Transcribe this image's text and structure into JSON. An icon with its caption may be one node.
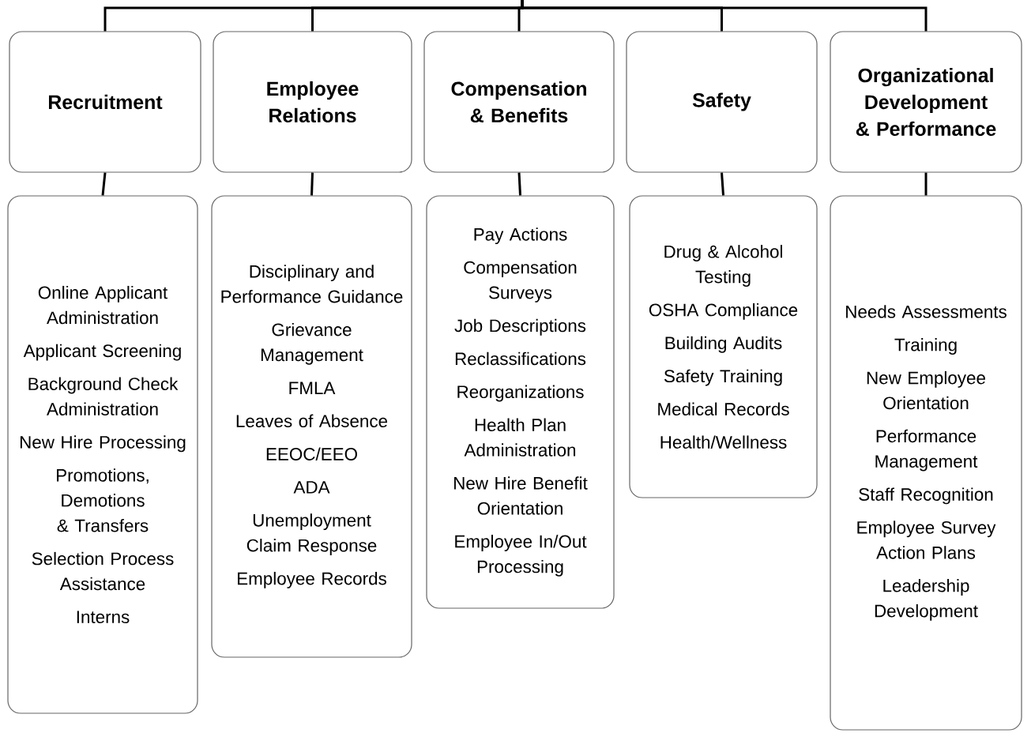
{
  "diagram": {
    "nodes": [
      {
        "text": [
          "Recruitment"
        ]
      },
      {
        "text": [
          "Employee Relations"
        ]
      },
      {
        "text": [
          "Compensation & Benefits"
        ]
      },
      {
        "text": [
          "Safety"
        ]
      },
      {
        "text": [
          "Organizational Development & Performance"
        ]
      },
      {
        "text": [
          "Online Applicant Administration",
          "Applicant Screening",
          "Background Check Administration",
          "New Hire Processing",
          "Promotions, Demotions & Transfers",
          "Selection Process Assistance",
          "Interns"
        ]
      },
      {
        "text": [
          "Disciplinary and Performance Guidance",
          "Grievance Management",
          "FMLA",
          "Leaves of Absence",
          "EEOC/EEO",
          "ADA",
          "Unemployment Claim Response",
          "Employee Records"
        ]
      },
      {
        "text": [
          "Pay Actions",
          "Compensation Surveys",
          "Job Descriptions",
          "Reclassifications",
          "Reorganizations",
          "Health Plan Administration",
          "New Hire Benefit Orientation",
          "Employee In/Out Processing"
        ]
      },
      {
        "text": [
          "Drug & Alcohol Testing",
          "OSHA Compliance",
          "Building Audits",
          "Safety Training",
          "Medical Records",
          "Health/Wellness"
        ]
      },
      {
        "text": [
          "Needs Assessments",
          "Training",
          "New Employee Orientation",
          "Performance Management",
          "Staff Recognition",
          "Employee Survey Action Plans",
          "Leadership Development"
        ]
      }
    ],
    "edges": [
      {
        "from": null,
        "to": 0,
        "arrow": "none"
      },
      {
        "from": null,
        "to": 1,
        "arrow": "none"
      },
      {
        "from": null,
        "to": 2,
        "arrow": "none"
      },
      {
        "from": null,
        "to": 3,
        "arrow": "none"
      },
      {
        "from": null,
        "to": 4,
        "arrow": "none"
      },
      {
        "from": 0,
        "to": 5,
        "arrow": "none"
      },
      {
        "from": 1,
        "to": 6,
        "arrow": "none"
      },
      {
        "from": 2,
        "to": 7,
        "arrow": "none"
      },
      {
        "from": 3,
        "to": 8,
        "arrow": "none"
      },
      {
        "from": 4,
        "to": 9,
        "arrow": "none"
      }
    ]
  }
}
